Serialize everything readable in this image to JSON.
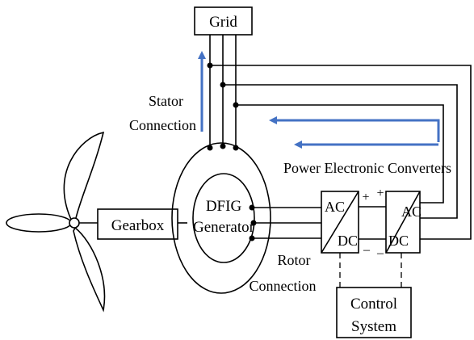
{
  "diagram": {
    "grid_label": "Grid",
    "gearbox_label": "Gearbox",
    "generator_line1": "DFIG",
    "generator_line2": "Generator",
    "stator_line1": "Stator",
    "stator_line2": "Connection",
    "rotor_line1": "Rotor",
    "rotor_line2": "Connection",
    "converters_label": "Power Electronic Converters",
    "conv1_ac": "AC",
    "conv1_dc": "DC",
    "conv2_ac": "AC",
    "conv2_dc": "DC",
    "plus": "+",
    "minus": "–",
    "control_line1": "Control",
    "control_line2": "System",
    "arrow_color": "#4472C4"
  }
}
